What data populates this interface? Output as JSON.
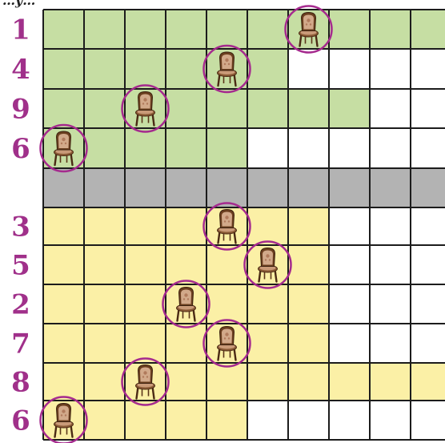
{
  "corner_text": "…y…",
  "colors": {
    "green": "#c6dea3",
    "yellow": "#fbf0a6",
    "gray": "#b3b3b3",
    "white": "#ffffff",
    "grid": "#1c1c1c",
    "label": "#a0308a",
    "circle": "#a52a8e"
  },
  "icons": {
    "chair": "wooden-chair-icon"
  },
  "top_section": {
    "rows": [
      {
        "label": "1",
        "filled": 10,
        "chair_col": 7
      },
      {
        "label": "4",
        "filled": 6,
        "chair_col": 5
      },
      {
        "label": "9",
        "filled": 8,
        "chair_col": 3
      },
      {
        "label": "6",
        "filled": 5,
        "chair_col": 1
      }
    ]
  },
  "divider_row": {
    "color": "gray"
  },
  "bottom_section": {
    "rows": [
      {
        "label": "3",
        "filled": 7,
        "chair_col": 5
      },
      {
        "label": "5",
        "filled": 7,
        "chair_col": 6
      },
      {
        "label": "2",
        "filled": 7,
        "chair_col": 4
      },
      {
        "label": "7",
        "filled": 7,
        "chair_col": 5
      },
      {
        "label": "8",
        "filled": 10,
        "chair_col": 3
      },
      {
        "label": "6",
        "filled": 5,
        "chair_col": 1
      }
    ]
  }
}
